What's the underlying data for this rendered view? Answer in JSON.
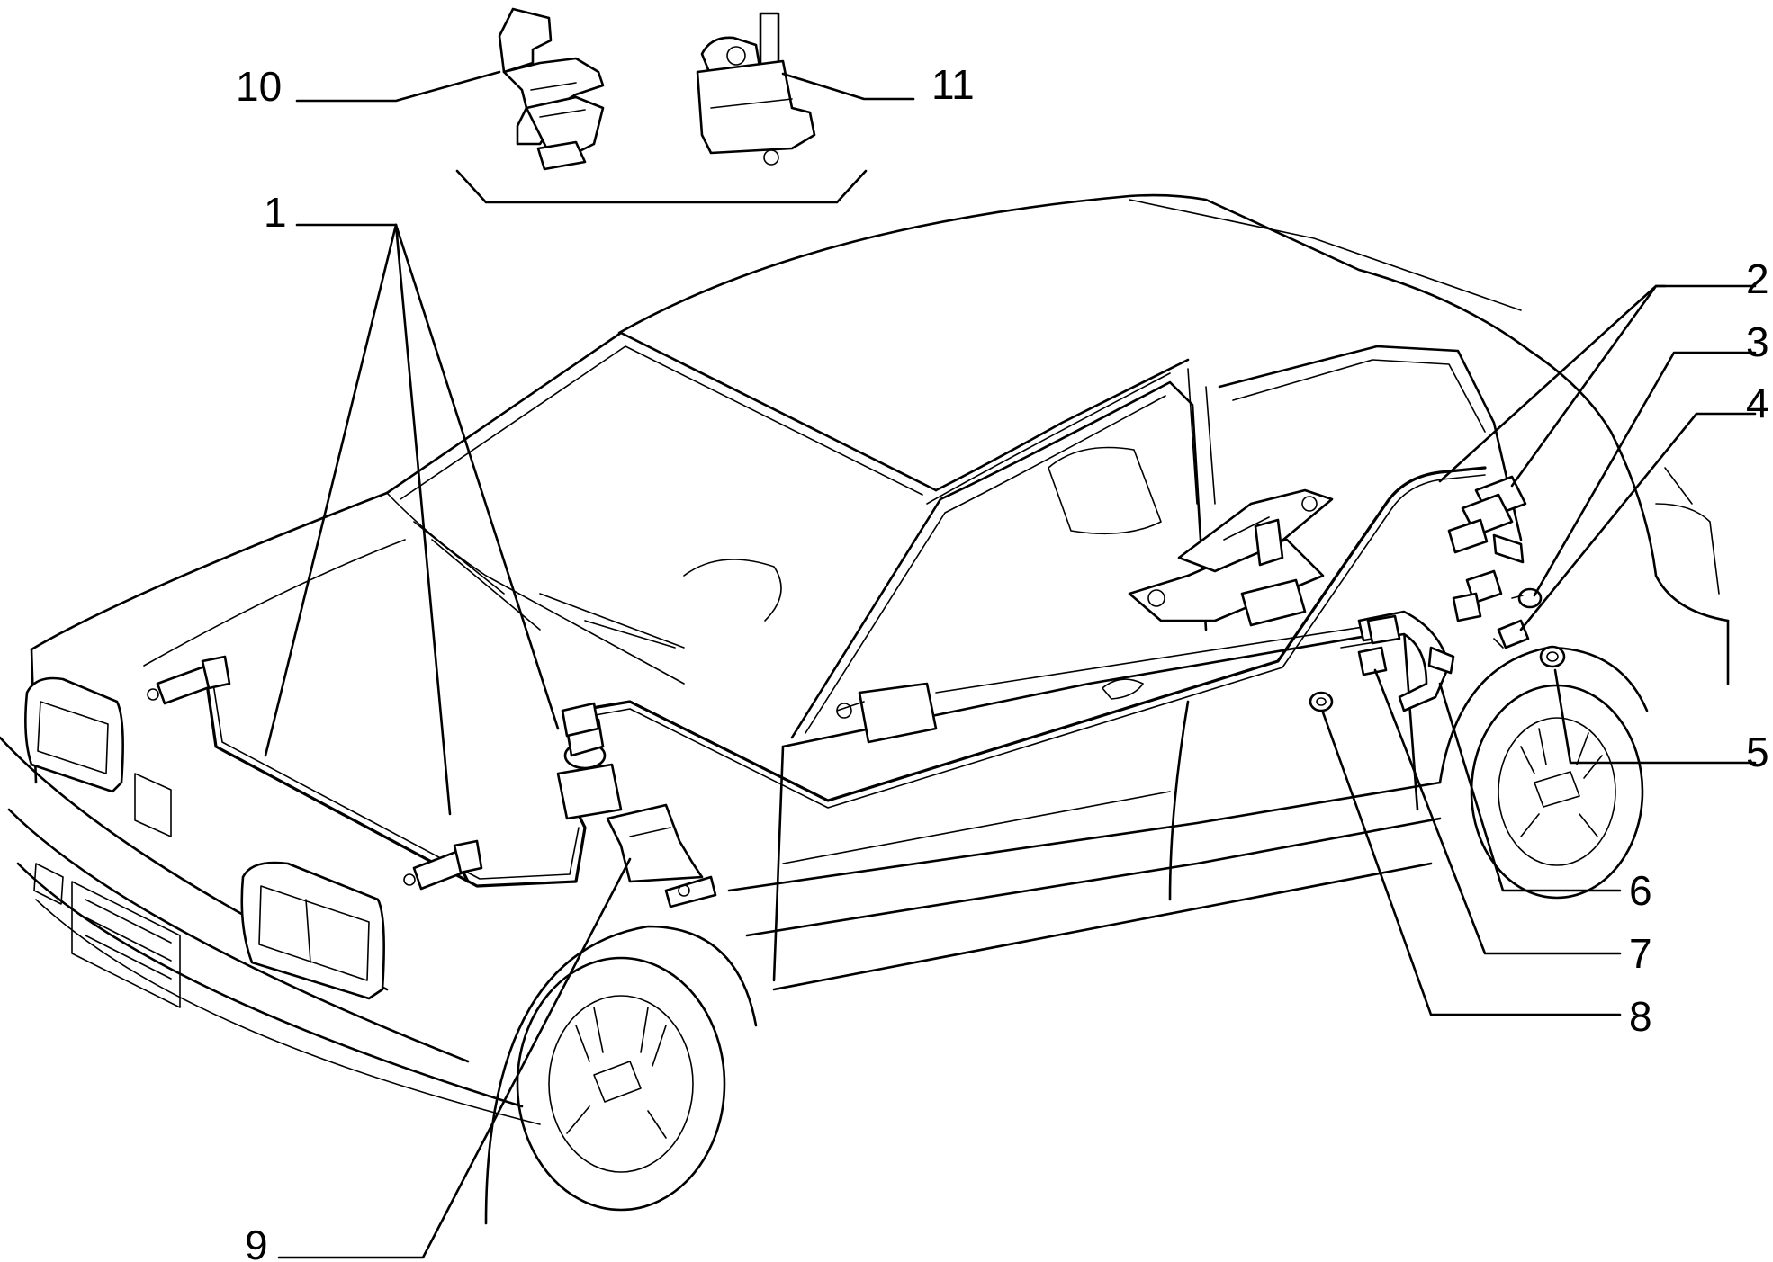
{
  "callouts": {
    "c1": "1",
    "c2": "2",
    "c3": "3",
    "c4": "4",
    "c5": "5",
    "c6": "6",
    "c7": "7",
    "c8": "8",
    "c9": "9",
    "c10": "10",
    "c11": "11"
  },
  "colors": {
    "ink": "#000000",
    "paper": "#ffffff"
  }
}
